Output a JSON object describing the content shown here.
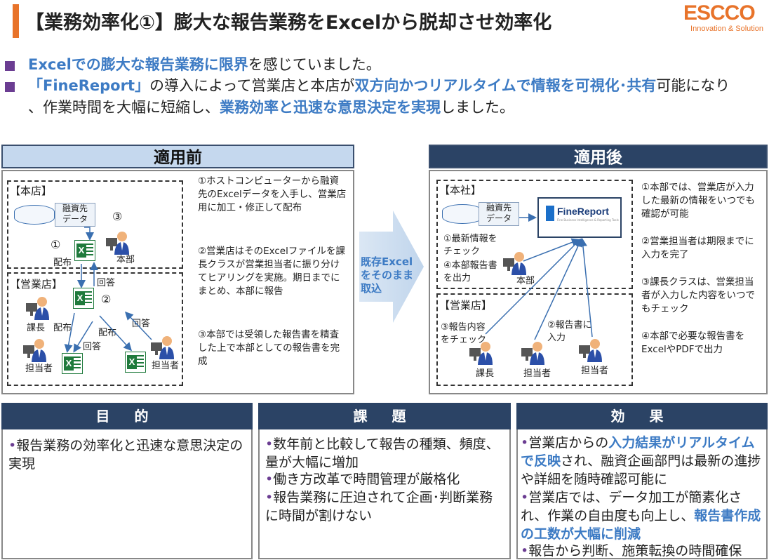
{
  "header": {
    "title": "【業務効率化①】膨大な報告業務をExcelから脱却させ効率化",
    "logo_main": "ESCCO",
    "logo_sub": "Innovation & Solution"
  },
  "intro": {
    "line1_hl": "Excelでの膨大な報告業務に限界",
    "line1_rest": "を感じていました。",
    "line2_hl1": "「FineReport」",
    "line2_mid": "の導入によって営業店と本店が",
    "line2_hl2": "双方向かつリアルタイムで情報を可視化･共有",
    "line2_end": "可能になり",
    "line3_start": "、作業時間を大幅に短縮し、",
    "line3_hl": "業務効率と迅速な意思決定を実現",
    "line3_end": "しました。"
  },
  "before": {
    "heading": "適用前",
    "honten_label": "【本店】",
    "db_label": "融資先\nデータ",
    "num1": "①",
    "num3": "③",
    "haifu1": "配布",
    "honbu": "本部",
    "eigyo_label": "【営業店】",
    "kaito1": "回答",
    "num2": "②",
    "kaito2": "回答",
    "kacho": "課長",
    "haifu2": "配布",
    "haifu3": "配布",
    "kaito3": "回答",
    "tantou1": "担当者",
    "tantou2": "担当者",
    "notes": [
      "①ホストコンピューターから融資先のExcelデータを入手し、営業店用に加工・修正して配布",
      "②営業店はそのExcelファイルを課長クラスが営業担当者に振り分けてヒアリングを実施。期日までにまとめ、本部に報告",
      "③本部では受領した報告書を精査した上で本部としての報告書を完成"
    ]
  },
  "arrow_text": "既存Excelをそのまま取込",
  "after": {
    "heading": "適用後",
    "honsha_label": "【本社】",
    "db_label": "融資先\nデータ",
    "fr_brand": "FineReport",
    "fr_sub": "Fine Business Intelligence & Reporting Tools",
    "step1": "①最新情報を\nチェック",
    "step4": "④本部報告書\nを出力",
    "honbu": "本部",
    "eigyo_label": "【営業店】",
    "step3": "③報告内容\nをチェック",
    "step2": "②報告書に\n入力",
    "kacho": "課長",
    "tantou1": "担当者",
    "tantou2": "担当者",
    "notes": [
      "①本部では、営業店が入力した最新の情報をいつでも確認が可能",
      "②営業担当者は期限までに入力を完了",
      "③課長クラスは、営業担当者が入力した内容をいつでもチェック",
      "④本部で必要な報告書をExcelやPDFで出力"
    ]
  },
  "bottom": {
    "purpose_title": "目 的",
    "purpose_items": [
      "報告業務の効率化と迅速な意思決定の実現"
    ],
    "issue_title": "課 題",
    "issue_items": [
      "数年前と比較して報告の種類、頻度、量が大幅に増加",
      "働き方改革で時間管理が厳格化",
      "報告業務に圧迫されて企画･判断業務に時間が割けない"
    ],
    "effect_title": "効 果",
    "effect_1a": "営業店からの",
    "effect_1hl": "入力結果がリアルタイムで反映",
    "effect_1b": "され、融資企画部門は最新の進捗や詳細を随時確認可能に",
    "effect_2a": "営業店では、データ加工が簡素化され、作業の自由度も向上し、",
    "effect_2hl": "報告書作成の工数が大幅に削減",
    "effect_3": "報告から判断、施策転換の時間確保"
  },
  "colors": {
    "accent_orange": "#e8732a",
    "highlight_blue": "#3d7bc4",
    "navy": "#2b4365",
    "bullet_purple": "#6b3d92"
  }
}
